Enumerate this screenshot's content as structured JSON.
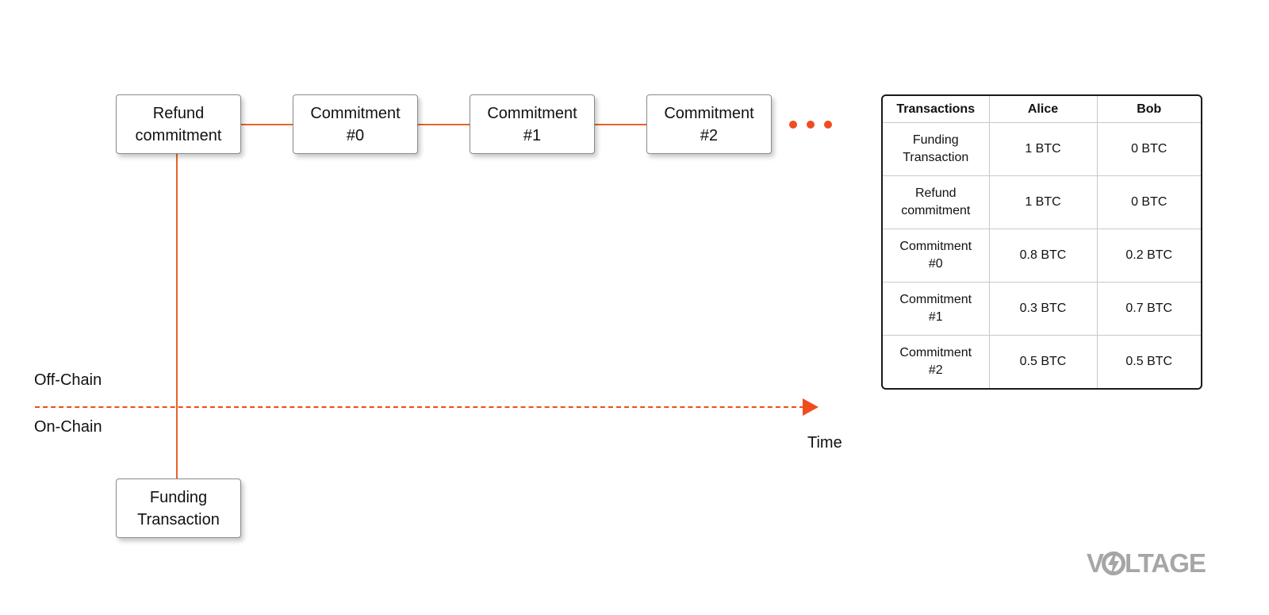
{
  "diagram": {
    "nodes": {
      "refund": "Refund\ncommitment",
      "commit0": "Commitment\n#0",
      "commit1": "Commitment\n#1",
      "commit2": "Commitment\n#2",
      "funding": "Funding\nTransaction"
    },
    "labels": {
      "off_chain": "Off-Chain",
      "on_chain": "On-Chain",
      "time": "Time"
    },
    "colors": {
      "accent": "#ef4d1e",
      "connector": "#e8632b",
      "logo": "#a6a6a6"
    }
  },
  "table": {
    "headers": [
      "Transactions",
      "Alice",
      "Bob"
    ],
    "rows": [
      [
        "Funding\nTransaction",
        "1 BTC",
        "0 BTC"
      ],
      [
        "Refund\ncommitment",
        "1 BTC",
        "0 BTC"
      ],
      [
        "Commitment\n#0",
        "0.8 BTC",
        "0.2 BTC"
      ],
      [
        "Commitment\n#1",
        "0.3 BTC",
        "0.7 BTC"
      ],
      [
        "Commitment\n#2",
        "0.5 BTC",
        "0.5 BTC"
      ]
    ]
  },
  "logo": {
    "text": "VOLTAGE",
    "icon": "voltage-bolt-logo"
  }
}
